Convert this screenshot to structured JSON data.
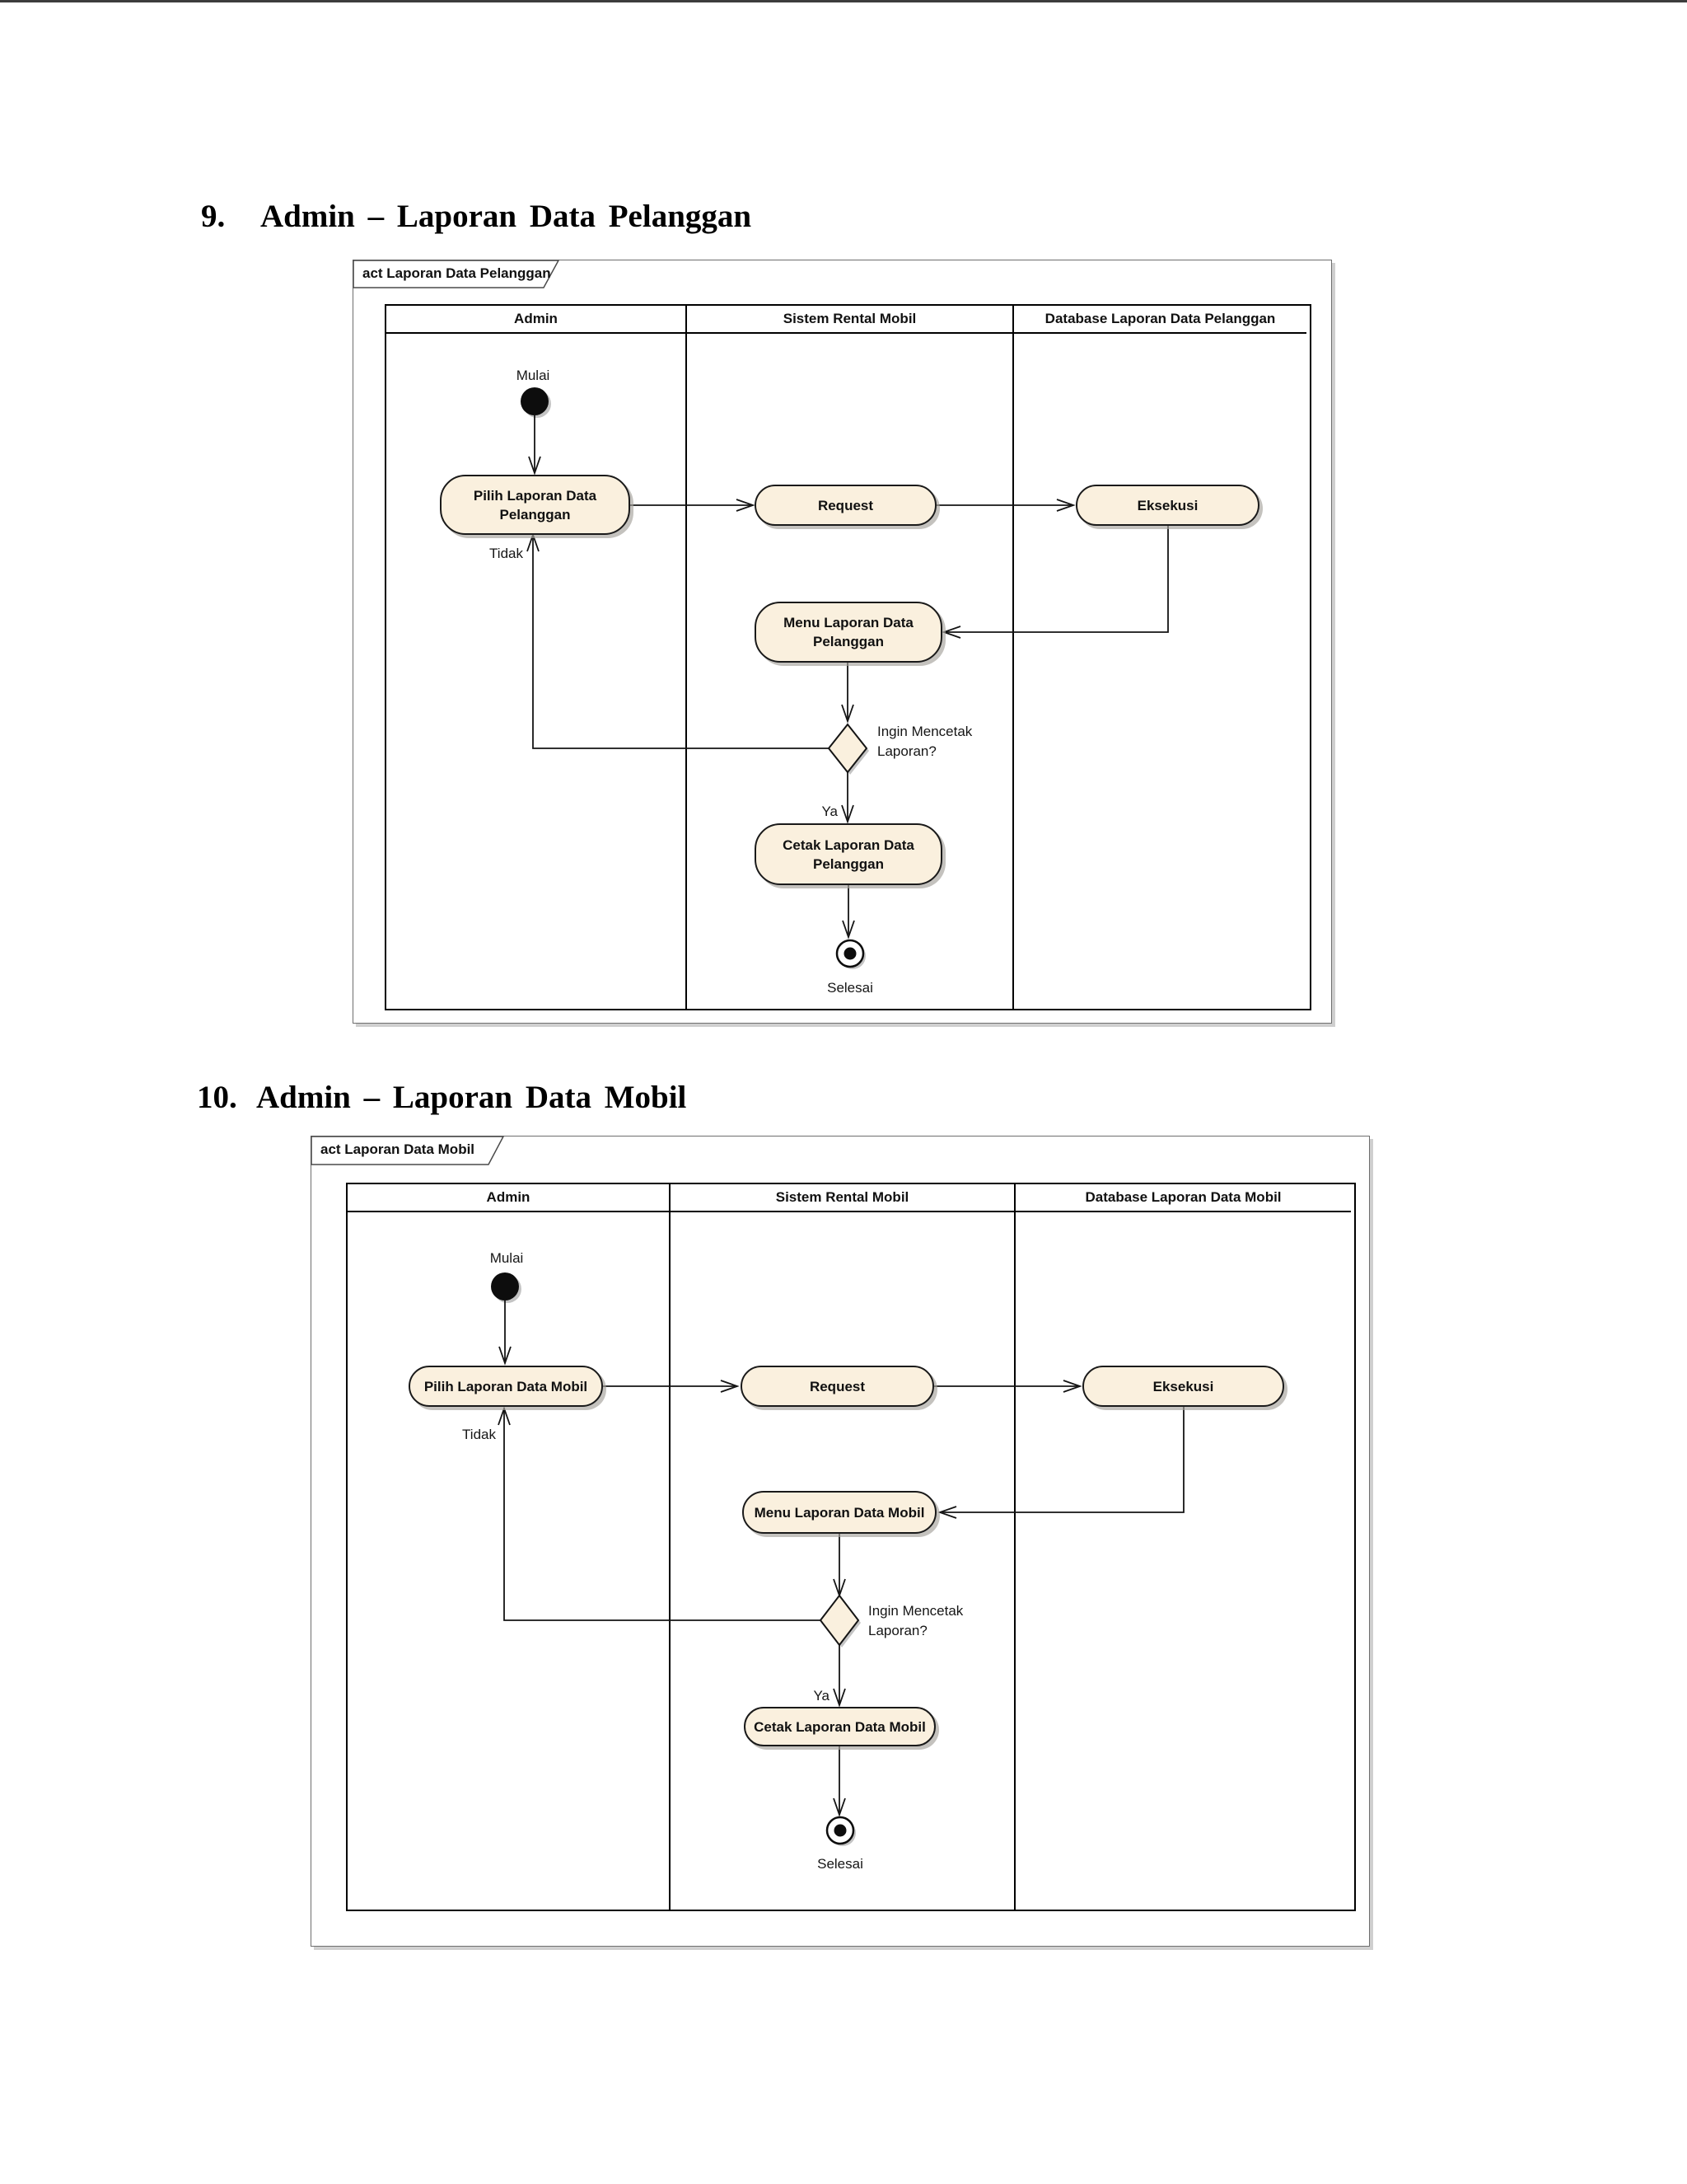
{
  "sections": [
    {
      "heading_number": "9.",
      "heading_title": "Admin – Laporan Data Pelanggan",
      "frame_label": "act Laporan Data Pelanggan",
      "lanes": [
        "Admin",
        "Sistem Rental Mobil",
        "Database Laporan Data Pelanggan"
      ],
      "start_label": "Mulai",
      "activity_pilih": "Pilih Laporan Data Pelanggan",
      "activity_request": "Request",
      "activity_eksekusi": "Eksekusi",
      "activity_menu": "Menu Laporan Data Pelanggan",
      "decision_question": "Ingin Mencetak Laporan?",
      "guard_no": "Tidak",
      "guard_yes": "Ya",
      "activity_cetak": "Cetak Laporan Data Pelanggan",
      "end_label": "Selesai"
    },
    {
      "heading_number": "10.",
      "heading_title": "Admin – Laporan Data Mobil",
      "frame_label": "act Laporan Data Mobil",
      "lanes": [
        "Admin",
        "Sistem Rental Mobil",
        "Database Laporan Data Mobil"
      ],
      "start_label": "Mulai",
      "activity_pilih": "Pilih Laporan Data Mobil",
      "activity_request": "Request",
      "activity_eksekusi": "Eksekusi",
      "activity_menu": "Menu Laporan Data Mobil",
      "decision_question": "Ingin Mencetak Laporan?",
      "guard_no": "Tidak",
      "guard_yes": "Ya",
      "activity_cetak": "Cetak Laporan Data Mobil",
      "end_label": "Selesai"
    }
  ],
  "colors": {
    "activity_fill": "#faf0de",
    "activity_border": "#1a1a1a",
    "line": "#141414",
    "shadow": "#c4c4c4"
  }
}
